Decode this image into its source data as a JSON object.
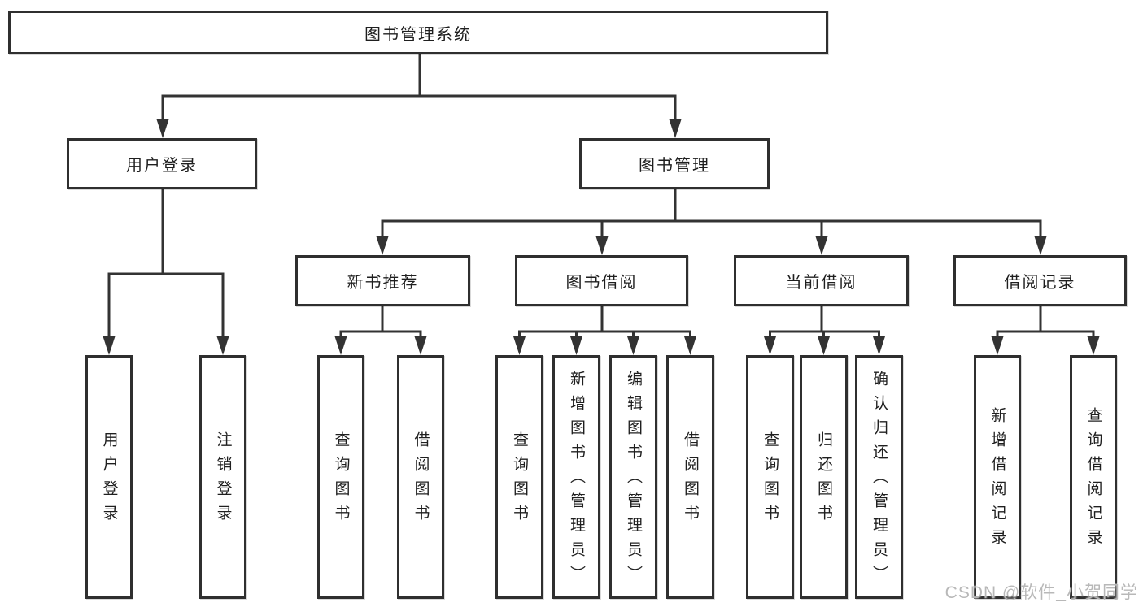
{
  "diagram": {
    "root": {
      "label": "图书管理系统"
    },
    "children": [
      {
        "label": "用户登录",
        "children": [
          {
            "label": "用户登录"
          },
          {
            "label": "注销登录"
          }
        ]
      },
      {
        "label": "图书管理",
        "children": [
          {
            "label": "新书推荐",
            "children": [
              {
                "label": "查询图书"
              },
              {
                "label": "借阅图书"
              }
            ]
          },
          {
            "label": "图书借阅",
            "children": [
              {
                "label": "查询图书"
              },
              {
                "label": "新增图书（管理员）"
              },
              {
                "label": "编辑图书（管理员）"
              },
              {
                "label": "借阅图书"
              }
            ]
          },
          {
            "label": "当前借阅",
            "children": [
              {
                "label": "查询图书"
              },
              {
                "label": "归还图书"
              },
              {
                "label": "确认归还（管理员）"
              }
            ]
          },
          {
            "label": "借阅记录",
            "children": [
              {
                "label": "新增借阅记录"
              },
              {
                "label": "查询借阅记录"
              }
            ]
          }
        ]
      }
    ]
  },
  "watermark": {
    "text": "CSDN @软件_小贺同学"
  },
  "colors": {
    "line": "#333333",
    "box_border": "#2f2f2f",
    "text": "#1f1f1f",
    "watermark": "#b8b8b8",
    "background": "#ffffff"
  }
}
